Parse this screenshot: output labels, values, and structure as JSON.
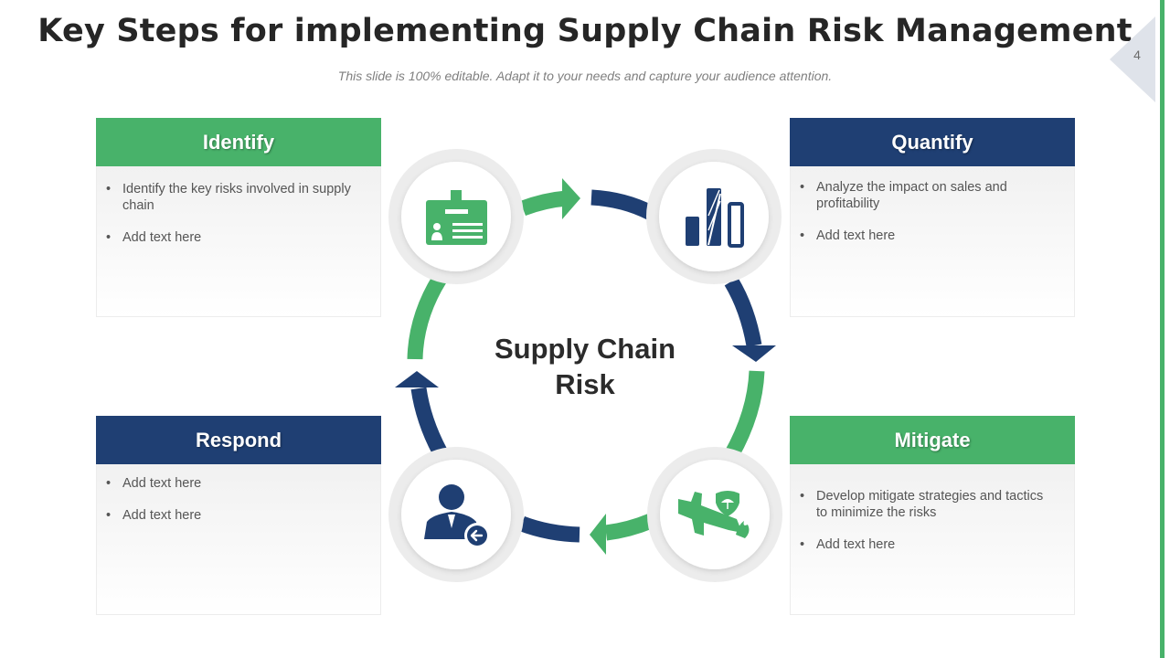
{
  "slide": {
    "title": "Key Steps for implementing Supply Chain Risk Management",
    "subtitle": "This slide is 100% editable.  Adapt it to your needs and capture your audience attention.",
    "page_number": "4"
  },
  "colors": {
    "green": "#48b26a",
    "navy": "#1f3f73"
  },
  "center": {
    "line1": "Supply Chain",
    "line2": "Risk"
  },
  "cards": {
    "identify": {
      "title": "Identify",
      "bullets": [
        "Identify the key risks involved in supply chain",
        "Add text here"
      ]
    },
    "quantify": {
      "title": "Quantify",
      "bullets": [
        "Analyze the impact on sales and profitability",
        "Add text here"
      ]
    },
    "respond": {
      "title": "Respond",
      "bullets": [
        "Add text here",
        "Add text here"
      ]
    },
    "mitigate": {
      "title": "Mitigate",
      "bullets": [
        "Develop mitigate strategies and tactics to minimize the risks",
        "Add text here"
      ]
    }
  },
  "icons": {
    "identify": "id-card-icon",
    "quantify": "bar-chart-icon",
    "mitigate": "plane-crash-shield-icon",
    "respond": "person-arrow-icon"
  }
}
